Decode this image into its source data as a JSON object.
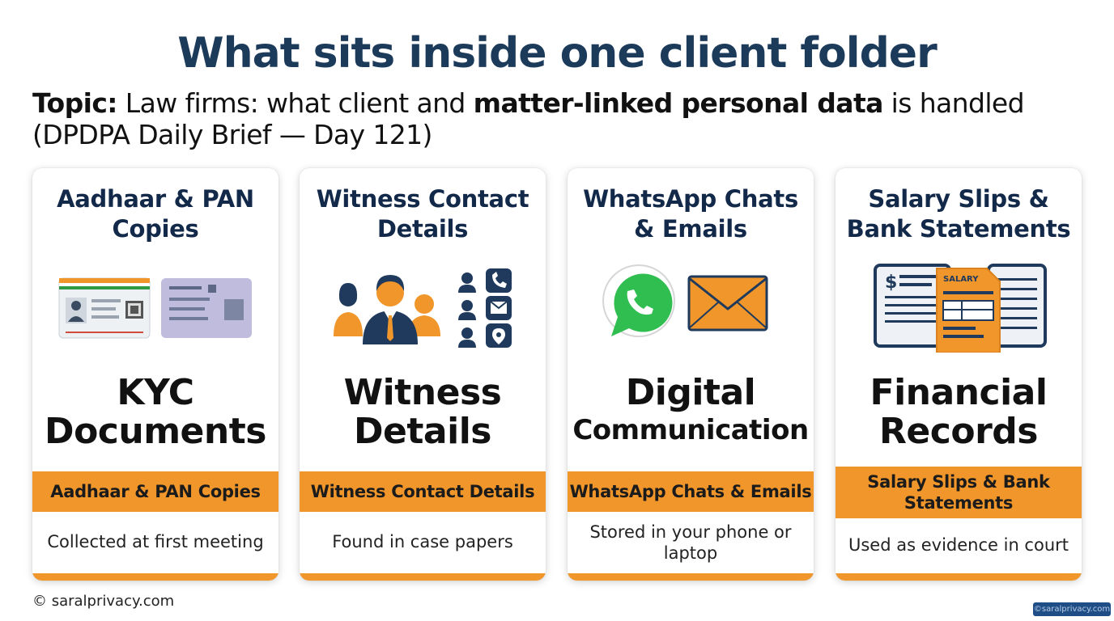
{
  "title": "What sits inside one client folder",
  "topic": {
    "label": "Topic:",
    "text1": " Law firms: what client and ",
    "bold": "matter-linked personal data",
    "text2": " is handled",
    "line2": "(DPDPA Daily Brief — Day 121)"
  },
  "cards": [
    {
      "heading": [
        "Aadhaar & PAN",
        "Copies"
      ],
      "icon": "id-cards-icon",
      "big": [
        "KYC",
        "Documents"
      ],
      "band": [
        "Aadhaar & PAN Copies"
      ],
      "sub": [
        "Collected at first meeting"
      ]
    },
    {
      "heading": [
        "Witness Contact",
        "Details"
      ],
      "icon": "people-contacts-icon",
      "big": [
        "Witness",
        "Details"
      ],
      "band": [
        "Witness Contact Details"
      ],
      "sub": [
        "Found in case papers"
      ]
    },
    {
      "heading": [
        "WhatsApp Chats",
        "& Emails"
      ],
      "icon": "whatsapp-email-icon",
      "big": [
        "Digital",
        "Communication"
      ],
      "band": [
        "WhatsApp Chats & Emails"
      ],
      "sub": [
        "Stored in your phone or",
        "laptop"
      ]
    },
    {
      "heading": [
        "Salary Slips &",
        "Bank Statements"
      ],
      "icon": "financial-documents-icon",
      "big": [
        "Financial",
        "Records"
      ],
      "band": [
        "Salary Slips & Bank",
        "Statements"
      ],
      "sub": [
        "Used as evidence in court"
      ],
      "icon_text": "SALARY"
    }
  ],
  "colors": {
    "title": "#1c3a5a",
    "heading": "#13294a",
    "accent": "#f0962a",
    "navy": "#1f3a5c"
  },
  "copyright": "© saralprivacy.com",
  "watermark": "©saralprivacy.com"
}
